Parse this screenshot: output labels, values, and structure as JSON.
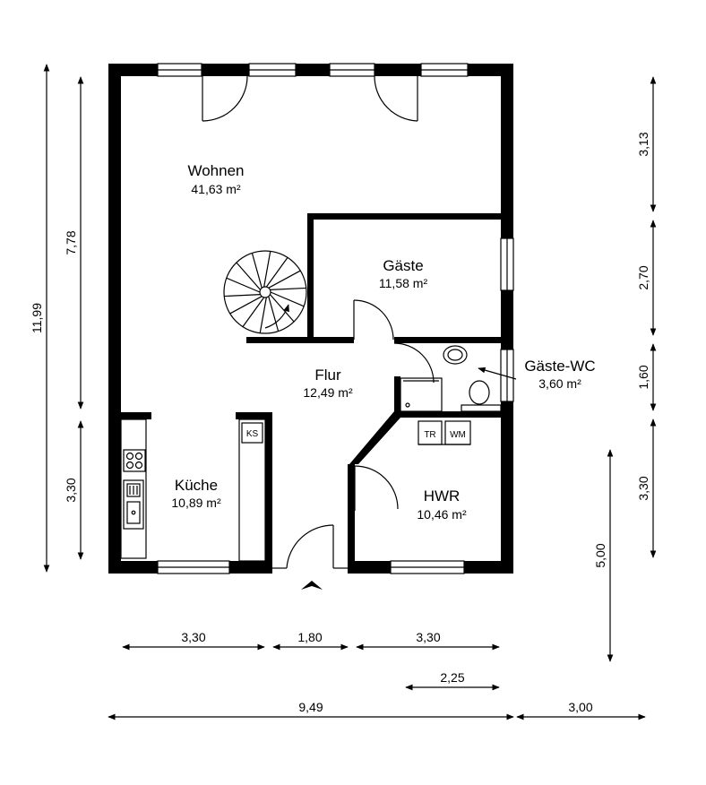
{
  "rooms": {
    "wohnen": {
      "name": "Wohnen",
      "area": "41,63 m²"
    },
    "gaeste": {
      "name": "Gäste",
      "area": "11,58 m²"
    },
    "gaeste_wc": {
      "name": "Gäste-WC",
      "area": "3,60 m²"
    },
    "flur": {
      "name": "Flur",
      "area": "12,49 m²"
    },
    "kueche": {
      "name": "Küche",
      "area": "10,89 m²"
    },
    "hwr": {
      "name": "HWR",
      "area": "10,46 m²"
    }
  },
  "fixtures": {
    "ks": "KS",
    "tr": "TR",
    "wm": "WM"
  },
  "dimensions": {
    "left_total": "11,99",
    "left_upper": "7,78",
    "left_lower": "3,30",
    "right_1": "3,13",
    "right_2": "2,70",
    "right_3": "1,60",
    "right_4": "3,30",
    "right_outer": "5,00",
    "bottom_1": "3,30",
    "bottom_2": "1,80",
    "bottom_3": "3,30",
    "bottom_4": "2,25",
    "bottom_total": "9,49",
    "bottom_right": "3,00"
  }
}
